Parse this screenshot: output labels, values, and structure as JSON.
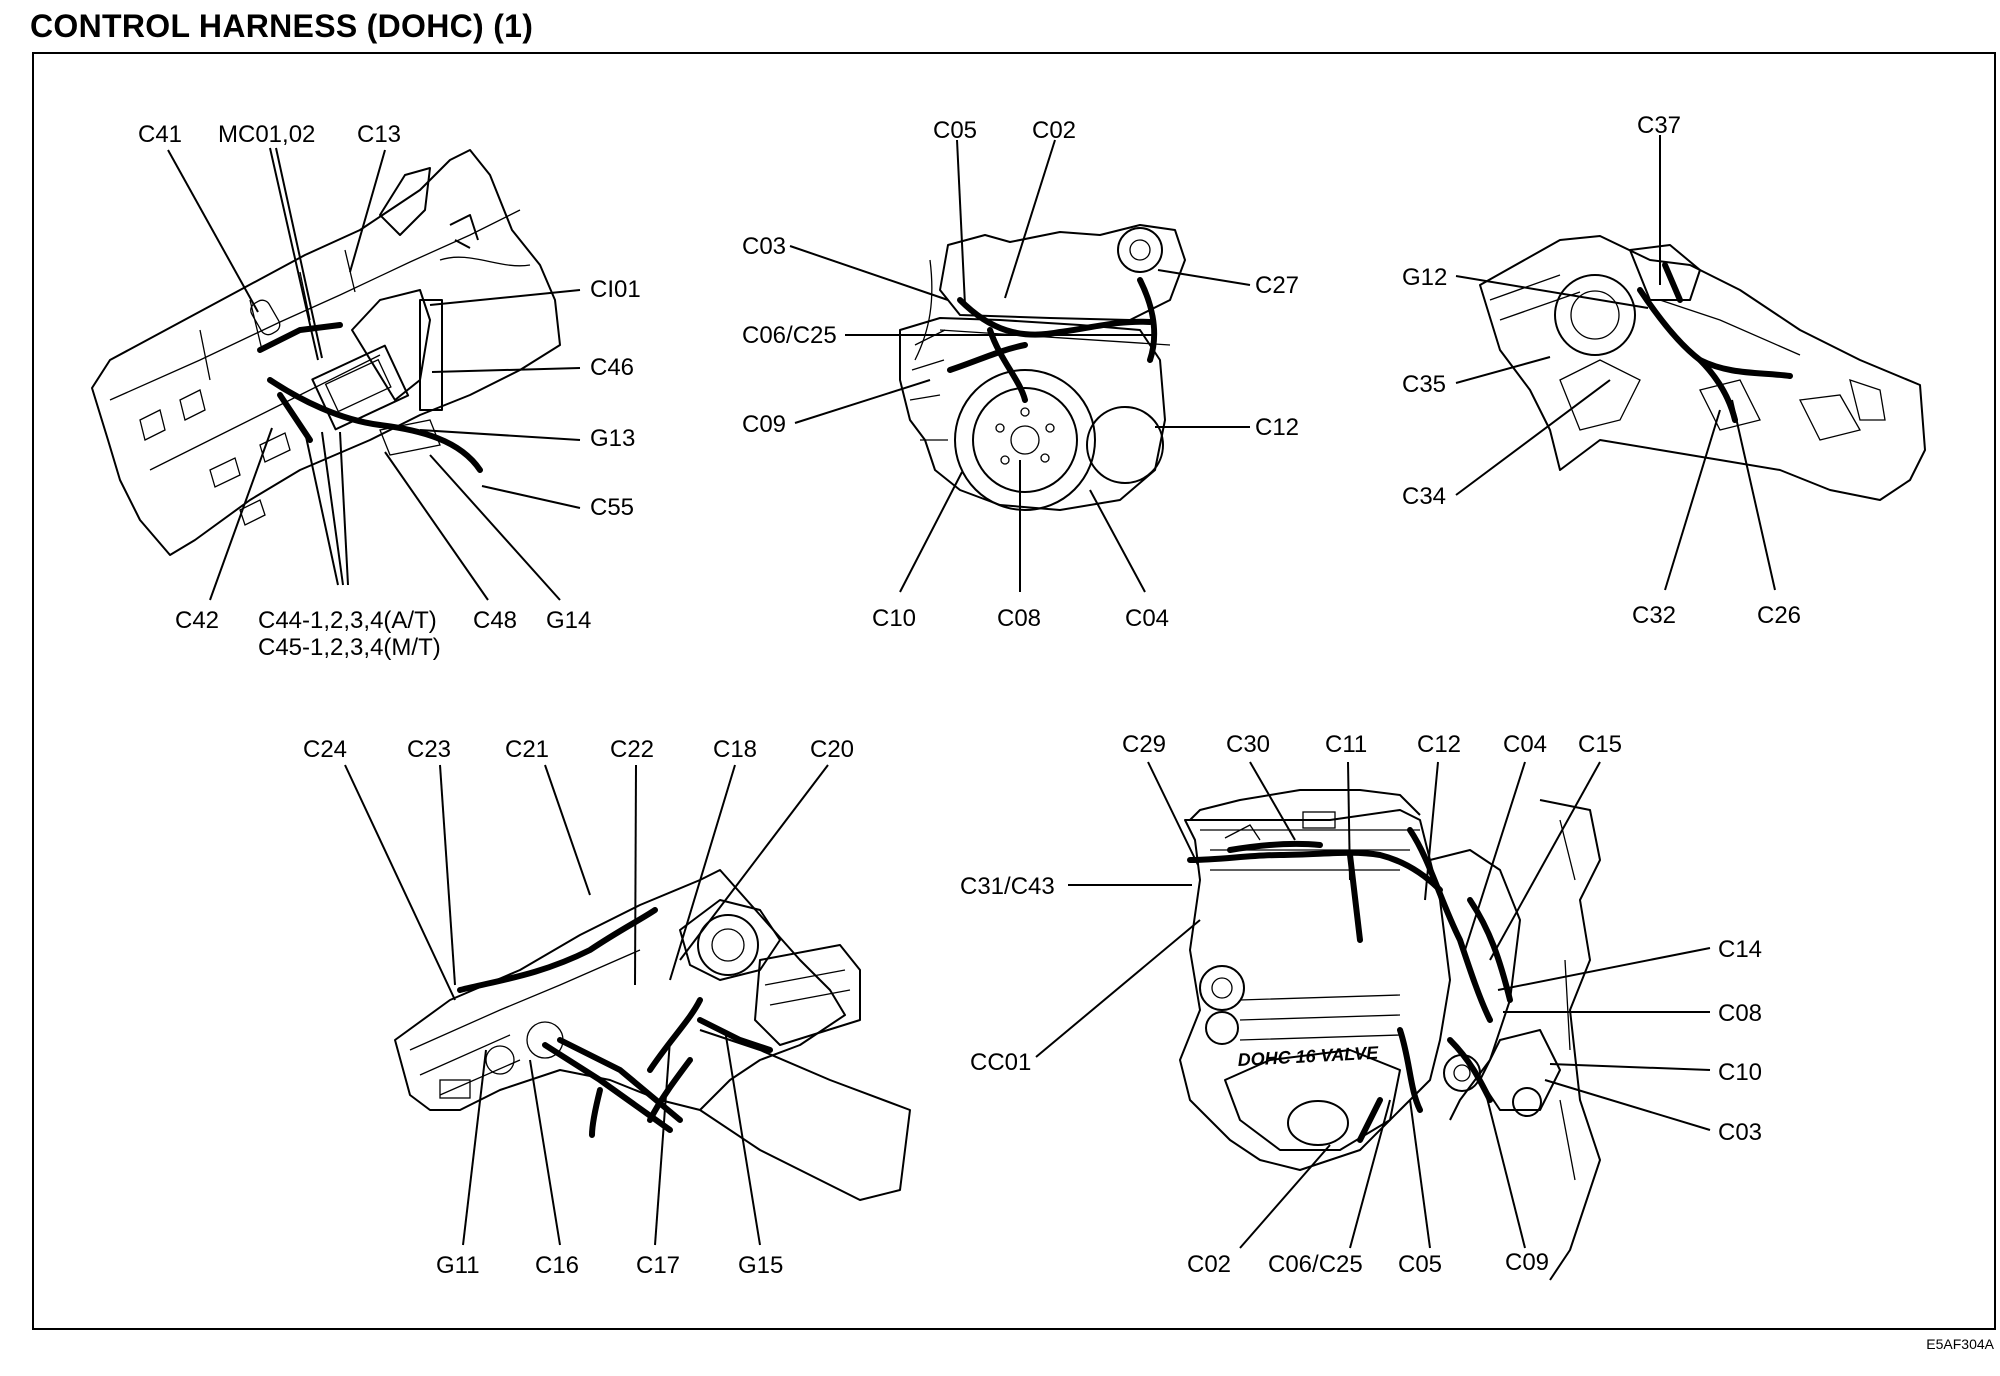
{
  "title": "CONTROL HARNESS (DOHC) (1)",
  "figure_code": "E5AF304A",
  "panels": [
    {
      "name": "dash-left",
      "labels": [
        "C41",
        "MC01,02",
        "C13",
        "CI01",
        "C46",
        "G13",
        "C55",
        "C42",
        "C48",
        "G14",
        "C44-1,2,3,4(A/T)",
        "C45-1,2,3,4(M/T)"
      ]
    },
    {
      "name": "transaxle-front",
      "labels": [
        "C05",
        "C02",
        "C03",
        "C27",
        "C06/C25",
        "C09",
        "C12",
        "C10",
        "C08",
        "C04"
      ]
    },
    {
      "name": "dash-right",
      "labels": [
        "C37",
        "G12",
        "C35",
        "C34",
        "C32",
        "C26"
      ]
    },
    {
      "name": "front-floor",
      "labels": [
        "C24",
        "C23",
        "C21",
        "C22",
        "C18",
        "C20",
        "G11",
        "C16",
        "C17",
        "G15"
      ]
    },
    {
      "name": "engine-dohc",
      "labels": [
        "C29",
        "C30",
        "C11",
        "C12",
        "C04",
        "C15",
        "C31/C43",
        "C14",
        "C08",
        "CC01",
        "C10",
        "C03",
        "C02",
        "C06/C25",
        "C05",
        "C09"
      ],
      "engine_text": "DOHC 16 VALVE"
    }
  ]
}
